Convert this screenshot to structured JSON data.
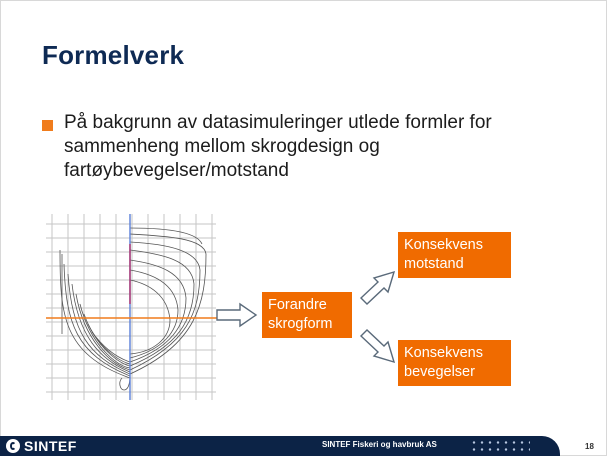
{
  "slide": {
    "title": "Formelverk",
    "bullet": "På bakgrunn av datasimuleringer utlede formler for sammenheng mellom skrogdesign og fartøybevegelser/motstand"
  },
  "diagram": {
    "center_box": "Forandre skrogform",
    "top_box": "Konsekvens motstand",
    "bottom_box": "Konsekvens bevegelser",
    "box_color": "#f06b00"
  },
  "footer": {
    "logo_text": "SINTEF",
    "company": "SINTEF Fiskeri og havbruk AS",
    "page_number": "18"
  },
  "colors": {
    "title": "#0e2a54",
    "bullet": "#f07c1c",
    "footer_bar": "#0c2346"
  }
}
